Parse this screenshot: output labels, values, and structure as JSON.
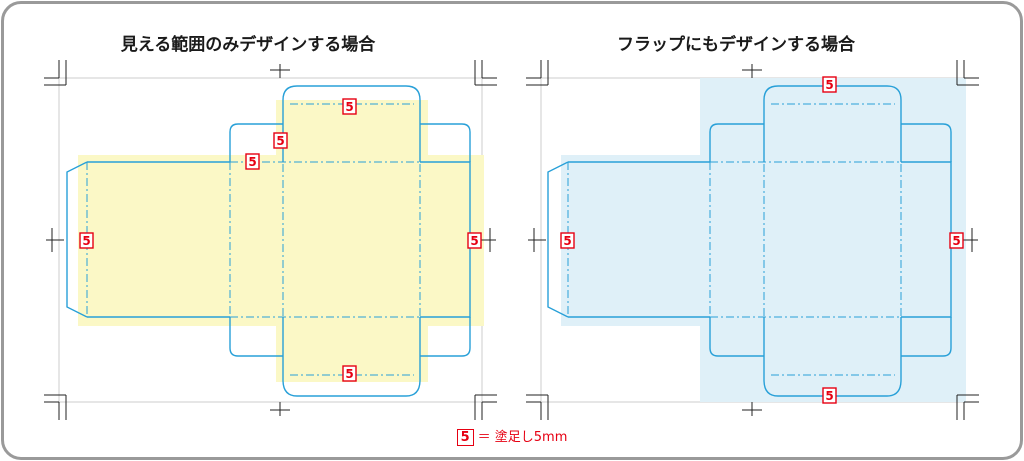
{
  "left_panel": {
    "title": "見える範囲のみデザインする場合",
    "fill": "#fbf8c6"
  },
  "right_panel": {
    "title": "フラップにもデザインする場合",
    "fill": "#dff0f8"
  },
  "bleed_marker": {
    "label": "5"
  },
  "legend": {
    "marker": "5",
    "text": "＝ 塗足し5mm"
  },
  "colors": {
    "dieline": "#28a0d8",
    "marker": "#e60012",
    "crop": "#222222"
  }
}
